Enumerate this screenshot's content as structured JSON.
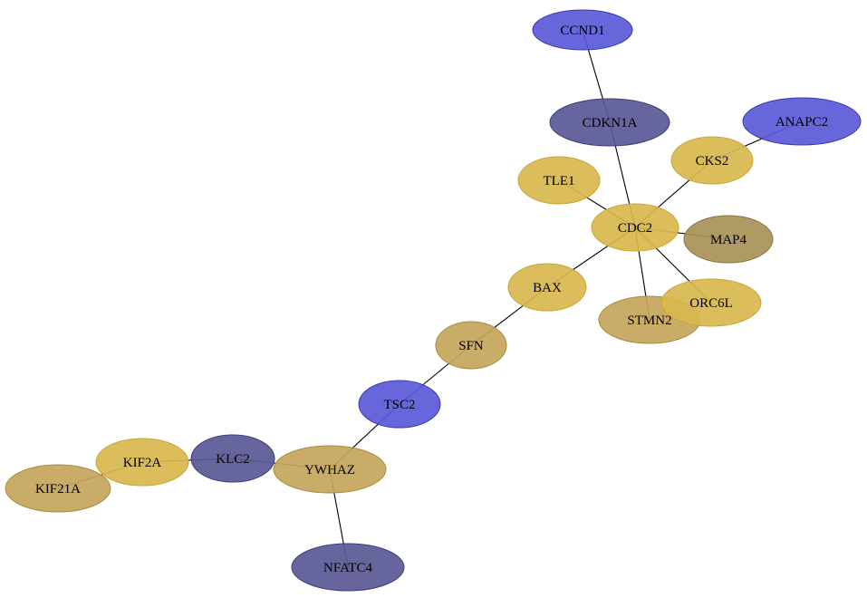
{
  "palette": {
    "blue": "#5a5ad8",
    "navy": "#5a5896",
    "gold": "#d9b74e",
    "tan": "#c4a55a",
    "olive": "#a89058",
    "blue_stroke": "#3a3ab0",
    "navy_stroke": "#3f3d78",
    "gold_stroke": "#c9a63a",
    "tan_stroke": "#a88d40",
    "olive_stroke": "#8a7440"
  },
  "nodes": [
    {
      "id": "CCND1",
      "label": "CCND1",
      "color": "blue"
    },
    {
      "id": "CDKN1A",
      "label": "CDKN1A",
      "color": "navy"
    },
    {
      "id": "ANAPC2",
      "label": "ANAPC2",
      "color": "blue"
    },
    {
      "id": "CKS2",
      "label": "CKS2",
      "color": "gold"
    },
    {
      "id": "TLE1",
      "label": "TLE1",
      "color": "gold"
    },
    {
      "id": "CDC2",
      "label": "CDC2",
      "color": "gold"
    },
    {
      "id": "MAP4",
      "label": "MAP4",
      "color": "olive"
    },
    {
      "id": "BAX",
      "label": "BAX",
      "color": "gold"
    },
    {
      "id": "STMN2",
      "label": "STMN2",
      "color": "tan"
    },
    {
      "id": "ORC6L",
      "label": "ORC6L",
      "color": "gold"
    },
    {
      "id": "SFN",
      "label": "SFN",
      "color": "tan"
    },
    {
      "id": "TSC2",
      "label": "TSC2",
      "color": "blue"
    },
    {
      "id": "KLC2",
      "label": "KLC2",
      "color": "navy"
    },
    {
      "id": "KIF2A",
      "label": "KIF2A",
      "color": "gold"
    },
    {
      "id": "YWHAZ",
      "label": "YWHAZ",
      "color": "tan"
    },
    {
      "id": "KIF21A",
      "label": "KIF21A",
      "color": "tan"
    },
    {
      "id": "NFATC4",
      "label": "NFATC4",
      "color": "navy"
    }
  ],
  "edges": [
    [
      "CCND1",
      "CDKN1A"
    ],
    [
      "CDKN1A",
      "CDC2"
    ],
    [
      "ANAPC2",
      "CKS2"
    ],
    [
      "CKS2",
      "CDC2"
    ],
    [
      "TLE1",
      "CDC2"
    ],
    [
      "CDC2",
      "MAP4"
    ],
    [
      "CDC2",
      "BAX"
    ],
    [
      "CDC2",
      "STMN2"
    ],
    [
      "CDC2",
      "ORC6L"
    ],
    [
      "BAX",
      "SFN"
    ],
    [
      "SFN",
      "TSC2"
    ],
    [
      "TSC2",
      "YWHAZ"
    ],
    [
      "YWHAZ",
      "KLC2"
    ],
    [
      "KLC2",
      "KIF2A"
    ],
    [
      "KIF2A",
      "KIF21A"
    ],
    [
      "YWHAZ",
      "NFATC4"
    ]
  ]
}
